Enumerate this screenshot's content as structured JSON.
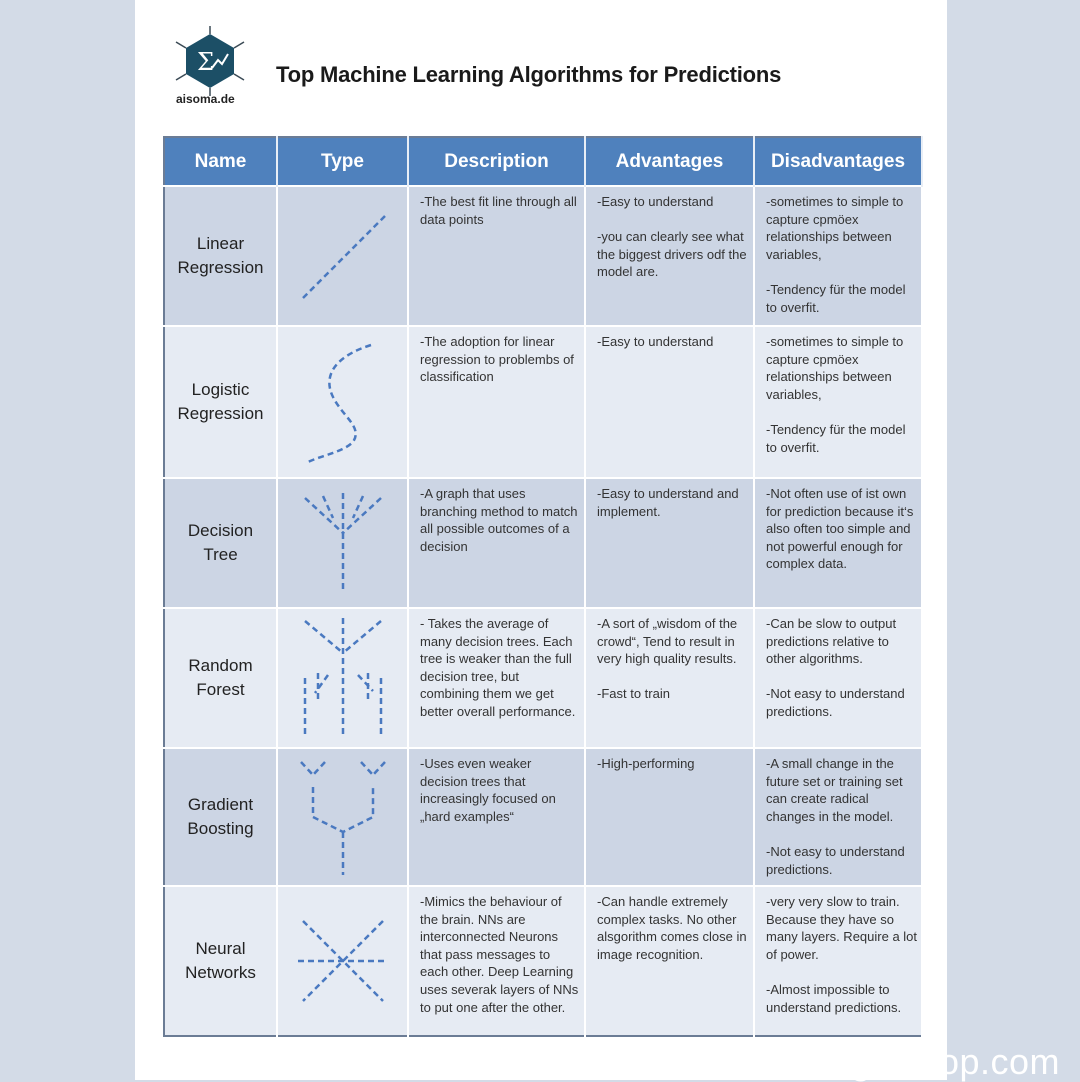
{
  "header": {
    "logo_text": "aisoma.de",
    "title": "Top Machine Learning Algorithms for Predictions"
  },
  "columns": [
    "Name",
    "Type",
    "Description",
    "Advantages",
    "Disadvantages"
  ],
  "rows": [
    {
      "name": "Linear\nRegression",
      "icon": "dashed-line-icon",
      "description": "-The best fit line through all data points",
      "advantages": "-Easy to understand\n\n-you can clearly see what the biggest drivers odf the model are.",
      "disadvantages": "-sometimes to simple to capture cpmöex relationships between variables,\n\n-Tendency für the model to overfit."
    },
    {
      "name": "Logistic\nRegression",
      "icon": "s-curve-icon",
      "description": "-The adoption for linear regression to problembs of classification",
      "advantages": "-Easy to understand",
      "disadvantages": "-sometimes to simple to capture cpmöex relationships between variables,\n\n-Tendency für the model to overfit."
    },
    {
      "name": "Decision\nTree",
      "icon": "tree-icon",
      "description": "-A graph that uses branching method to match all possible outcomes of a decision",
      "advantages": "-Easy to understand and implement.",
      "disadvantages": "-Not often use of ist own for prediction because it‘s also often too simple and not powerful enough for complex data."
    },
    {
      "name": "Random\nForest",
      "icon": "forest-icon",
      "description": "- Takes the average of many decision trees. Each tree is weaker than the full decision tree, but combining them we get better overall performance.",
      "advantages": "-A sort of „wisdom of the crowd“, Tend to result in very high quality results.\n\n-Fast to train",
      "disadvantages": "-Can be slow to output predictions relative to other algorithms.\n\n-Not easy to understand predictions."
    },
    {
      "name": "Gradient\nBoosting",
      "icon": "boosting-tree-icon",
      "description": "-Uses even weaker decision trees that increasingly focused on „hard examples“",
      "advantages": "-High-performing",
      "disadvantages": "-A small change in the future set or training set can create radical changes in the model.\n\n-Not easy to understand predictions."
    },
    {
      "name": "Neural\nNetworks",
      "icon": "network-star-icon",
      "description": "-Mimics the behaviour of the brain. NNs are interconnected Neurons that pass messages to each other. Deep Learning uses severak layers of NNs to put one after the other.",
      "advantages": "-Can handle extremely complex tasks. No other alsgorithm comes close in image recognition.",
      "disadvantages": "-very very slow to train. Because they have so many layers. Require a lot of power.\n\n-Almost impossible to understand predictions."
    }
  ],
  "watermark": "KnowledgeChop.com",
  "colors": {
    "header": "#4f81bd",
    "row_dark": "#ccd5e4",
    "row_light": "#e6ebf3",
    "icon": "#4a79c0"
  }
}
